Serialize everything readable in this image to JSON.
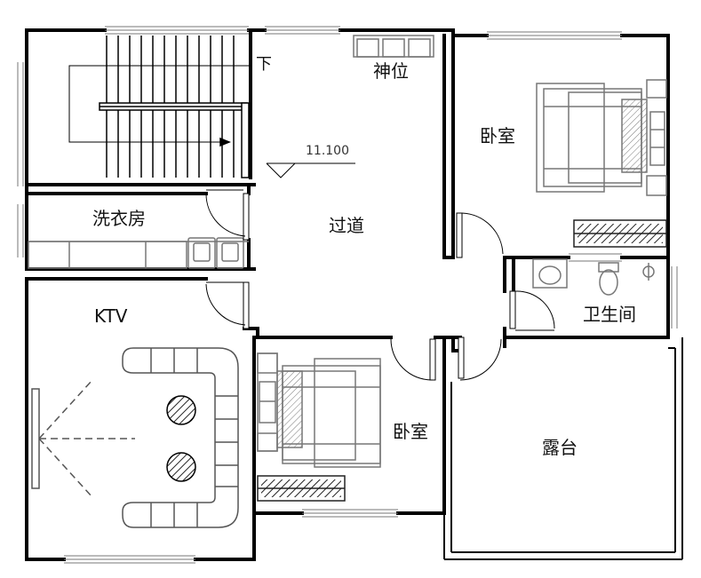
{
  "plan": {
    "rooms": {
      "stair_direction": "下",
      "shrine": "神位",
      "bedroom_right": "卧室",
      "elevation": "11.100",
      "laundry": "洗衣房",
      "corridor": "过道",
      "ktv": "KTV",
      "bathroom": "卫生间",
      "bedroom_middle": "卧室",
      "terrace": "露台"
    }
  }
}
